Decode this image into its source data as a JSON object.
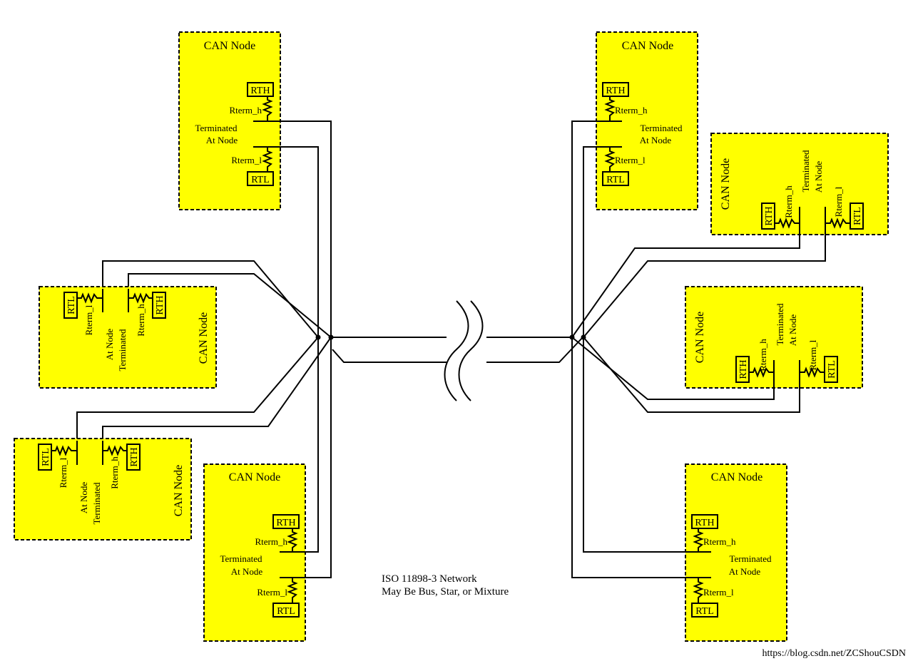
{
  "caption": {
    "line1": "ISO 11898-3 Network",
    "line2": "May Be Bus, Star, or Mixture"
  },
  "watermark": "https://blog.csdn.net/ZCShouCSDN",
  "colors": {
    "node_fill": "#ffff00",
    "line": "#000000",
    "background": "#ffffff"
  },
  "nodes": [
    {
      "id": "top-left",
      "title": "CAN Node",
      "rth": "RTH",
      "rtl": "RTL",
      "rterm_h": "Rterm_h",
      "rterm_l": "Rterm_l",
      "term1": "Terminated",
      "term2": "At Node"
    },
    {
      "id": "top-right",
      "title": "CAN Node",
      "rth": "RTH",
      "rtl": "RTL",
      "rterm_h": "Rterm_h",
      "rterm_l": "Rterm_l",
      "term1": "Terminated",
      "term2": "At Node"
    },
    {
      "id": "right-upper",
      "title": "CAN Node",
      "rth": "RTH",
      "rtl": "RTL",
      "rterm_h": "Rterm_h",
      "rterm_l": "Rterm_l",
      "term1": "Terminated",
      "term2": "At Node"
    },
    {
      "id": "left-upper",
      "title": "CAN Node",
      "rth": "RTH",
      "rtl": "RTL",
      "rterm_h": "Rterm_h",
      "rterm_l": "Rterm_l",
      "term1": "Terminated",
      "term2": "At Node"
    },
    {
      "id": "right-middle",
      "title": "CAN Node",
      "rth": "RTH",
      "rtl": "RTL",
      "rterm_h": "Rterm_h",
      "rterm_l": "Rterm_l",
      "term1": "Terminated",
      "term2": "At Node"
    },
    {
      "id": "left-lower",
      "title": "CAN Node",
      "rth": "RTH",
      "rtl": "RTL",
      "rterm_h": "Rterm_h",
      "rterm_l": "Rterm_l",
      "term1": "Terminated",
      "term2": "At Node"
    },
    {
      "id": "bottom-left",
      "title": "CAN Node",
      "rth": "RTH",
      "rtl": "RTL",
      "rterm_h": "Rterm_h",
      "rterm_l": "Rterm_l",
      "term1": "Terminated",
      "term2": "At Node"
    },
    {
      "id": "bottom-right",
      "title": "CAN Node",
      "rth": "RTH",
      "rtl": "RTL",
      "rterm_h": "Rterm_h",
      "rterm_l": "Rterm_l",
      "term1": "Terminated",
      "term2": "At Node"
    }
  ]
}
